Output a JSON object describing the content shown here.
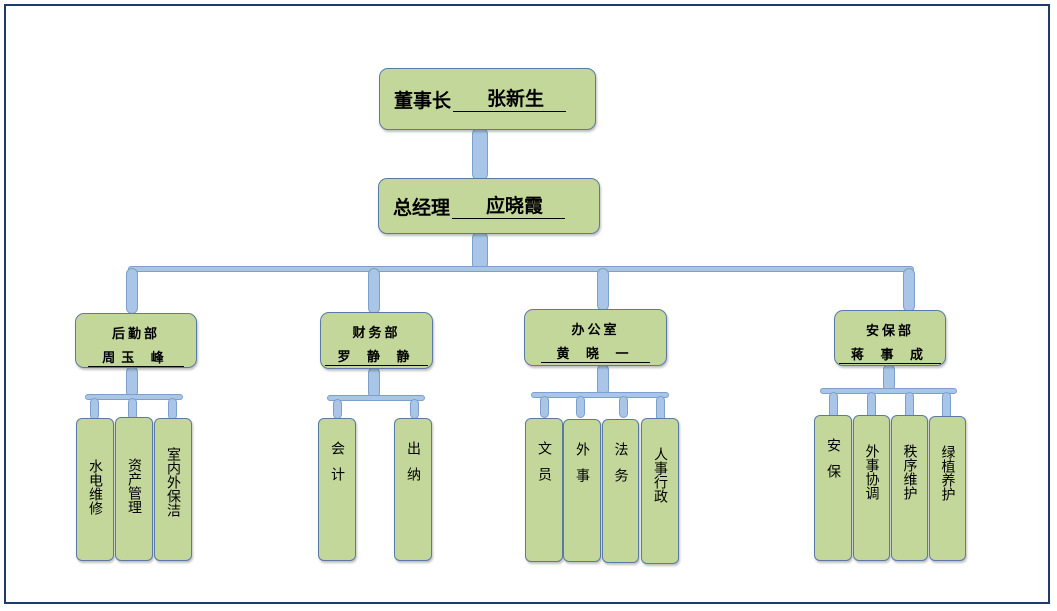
{
  "chairman": {
    "title": "董事长",
    "name": "张新生"
  },
  "gm": {
    "title": "总经理",
    "name": "应晓霞"
  },
  "depts": [
    {
      "title": "后勤部",
      "head": "周玉 峰",
      "subs": [
        "水电维修",
        "资产管理",
        "室内外保洁"
      ]
    },
    {
      "title": "财务部",
      "head": "罗 静 静",
      "subs": [
        "会计",
        "出纳"
      ]
    },
    {
      "title": "办公室",
      "head": "黄 晓 一",
      "subs": [
        "文员",
        "外事",
        "法务",
        "人事行政"
      ]
    },
    {
      "title": "安保部",
      "head": "蒋 事 成",
      "subs": [
        "安保",
        "外事协调",
        "秩序维护",
        "绿植养护"
      ]
    }
  ],
  "colors": {
    "box": "#c4d79b",
    "connector": "#a9c5e8",
    "frame": "#1f3a6e"
  }
}
